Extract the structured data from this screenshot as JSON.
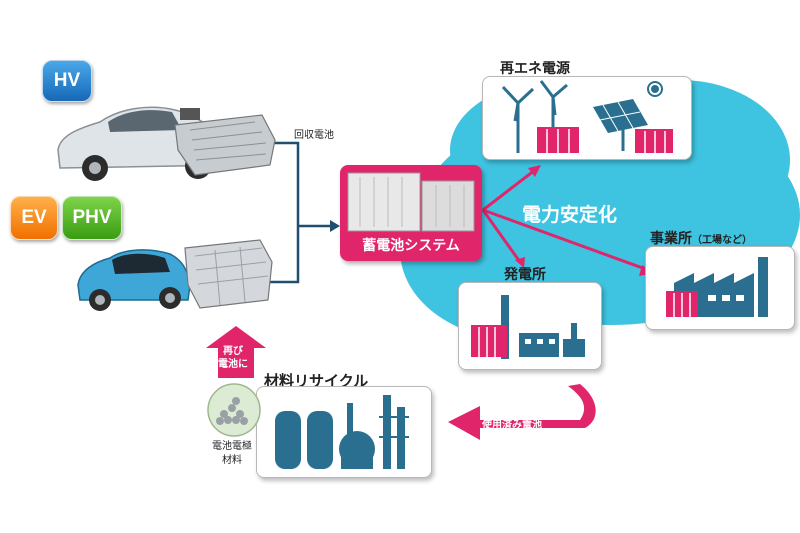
{
  "badges": {
    "hv": "HV",
    "ev": "EV",
    "phv": "PHV"
  },
  "labels": {
    "recovered_battery": "回収電池",
    "storage_system": "蓄電池システム",
    "renewable": "再エネ電源",
    "grid_stabilization": "電力安定化",
    "business": "事業所",
    "business_note": "（工場など）",
    "power_plant": "発電所",
    "used_battery": "使用済み電池",
    "material_recycle": "材料リサイクル",
    "again_line1": "再び",
    "again_line2": "電池に",
    "electrode_line1": "電池電極",
    "electrode_line2": "材料"
  },
  "colors": {
    "magenta": "#e0256b",
    "cloud": "#3ec3e0",
    "icon_blue": "#2a6f8f",
    "arrow_dark": "#1e4f6e"
  }
}
